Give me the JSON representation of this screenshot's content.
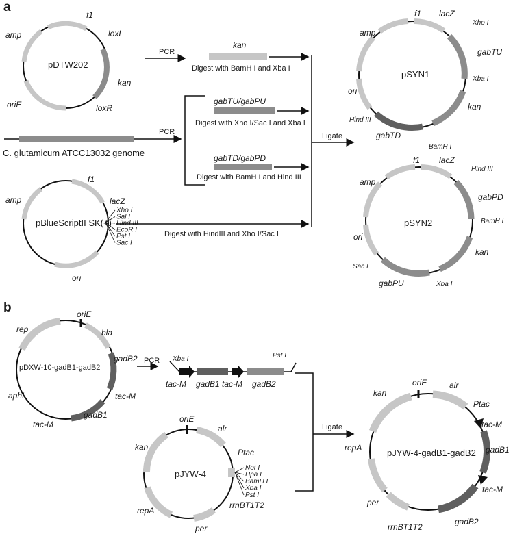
{
  "colors": {
    "light": "#c6c6c6",
    "mid": "#8c8c8c",
    "dark": "#5f5f5f",
    "black": "#111111"
  },
  "panel_a": {
    "label": "a",
    "pDTW202": {
      "name": "pDTW202",
      "f1": "f1",
      "amp": "amp",
      "loxL": "loxL",
      "kan": "kan",
      "oriE": "oriE",
      "loxR": "loxR"
    },
    "genome": {
      "label": "C. glutamicum ATCC13032 genome"
    },
    "pBlue": {
      "name": "pBlueScriptII SK(+)",
      "f1": "f1",
      "amp": "amp",
      "lacZ": "lacZ",
      "ori": "ori",
      "sites": [
        "Xho I",
        "Sal I",
        "Hind III",
        "EcoR I",
        "Pst I",
        "Sac I"
      ]
    },
    "pcr1": "PCR",
    "pcr2": "PCR",
    "kan_frag": "kan",
    "digest1": "Digest with BamH I and Xba I",
    "frag_TU": "gabTU/gabPU",
    "digest2": "Digest with Xho I/Sac I and Xba I",
    "frag_TD": "gabTD/gabPD",
    "digest3": "Digest with BamH I and Hind III",
    "digest4": "Digest with HindIII and Xho I/Sac I",
    "ligate": "Ligate",
    "pSYN1": {
      "name": "pSYN1",
      "f1": "f1",
      "lacZ": "lacZ",
      "xho": "Xho I",
      "amp": "amp",
      "gabTU": "gabTU",
      "xba": "Xba I",
      "ori": "ori",
      "hind": "Hind III",
      "kan": "kan",
      "gabTD": "gabTD",
      "bam": "BamH I"
    },
    "pSYN2": {
      "name": "pSYN2",
      "f1": "f1",
      "lacZ": "lacZ",
      "hind": "Hind III",
      "amp": "amp",
      "gabPD": "gabPD",
      "bam": "BamH I",
      "ori": "ori",
      "kan": "kan",
      "sac": "Sac I",
      "gabPU": "gabPU",
      "xba": "Xba I"
    }
  },
  "panel_b": {
    "label": "b",
    "pDXW": {
      "name": "pDXW-10-gadB1-gadB2",
      "oriE": "oriE",
      "rep": "rep",
      "bla": "bla",
      "gadB2": "gadB2",
      "tacM1": "tac-M",
      "aphI": "aphI",
      "tacM2": "tac-M",
      "gadB1": "gadB1"
    },
    "pcr": "PCR",
    "insert": {
      "xba": "Xba I",
      "pst": "Pst I",
      "tacM1": "tac-M",
      "gadB1": "gadB1",
      "tacM2": "tac-M",
      "gadB2": "gadB2"
    },
    "pJYW4": {
      "name": "pJYW-4",
      "oriE": "oriE",
      "alr": "alr",
      "kan": "kan",
      "ptac": "Ptac",
      "sites": [
        "Not I",
        "Hpa I",
        "BamH I",
        "Xba I",
        "Pst I"
      ],
      "repA": "repA",
      "rrn": "rrnBT1T2",
      "per": "per"
    },
    "ligate": "Ligate",
    "result": {
      "name": "pJYW-4-gadB1-gadB2",
      "oriE": "oriE",
      "alr": "alr",
      "kan": "kan",
      "ptac": "Ptac",
      "tacM1": "tac-M",
      "repA": "repA",
      "gadB1": "gadB1",
      "tacM2": "tac-M",
      "per": "per",
      "gadB2": "gadB2",
      "rrn": "rrnBT1T2"
    }
  }
}
